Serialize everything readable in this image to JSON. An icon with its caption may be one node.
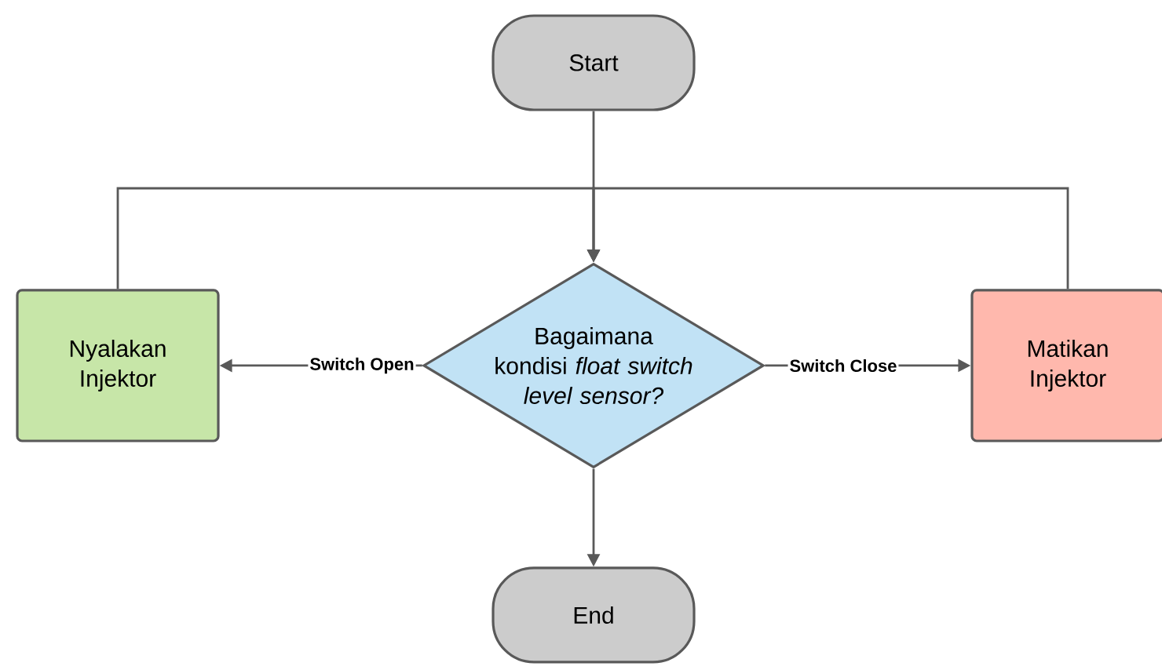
{
  "diagram": {
    "nodes": [
      {
        "text": [
          "Start"
        ]
      },
      {
        "text": [
          "Bagaimana kondisi *float switch level sensor?*"
        ]
      },
      {
        "text": [
          "Nyalakan Injektor"
        ]
      },
      {
        "text": [
          "Matikan Injektor"
        ]
      },
      {
        "text": [
          "End"
        ]
      }
    ],
    "edges": [
      {
        "from": 0,
        "to": 1,
        "arrow": "to"
      },
      {
        "from": 2,
        "to": 1,
        "arrow": "to"
      },
      {
        "from": 3,
        "to": 1,
        "arrow": "to"
      },
      {
        "from": 1,
        "to": 2,
        "arrow": "to",
        "label": "Switch Open"
      },
      {
        "from": 1,
        "to": 3,
        "arrow": "to",
        "label": "Switch Close"
      },
      {
        "from": 1,
        "to": 4,
        "arrow": "to"
      }
    ]
  }
}
